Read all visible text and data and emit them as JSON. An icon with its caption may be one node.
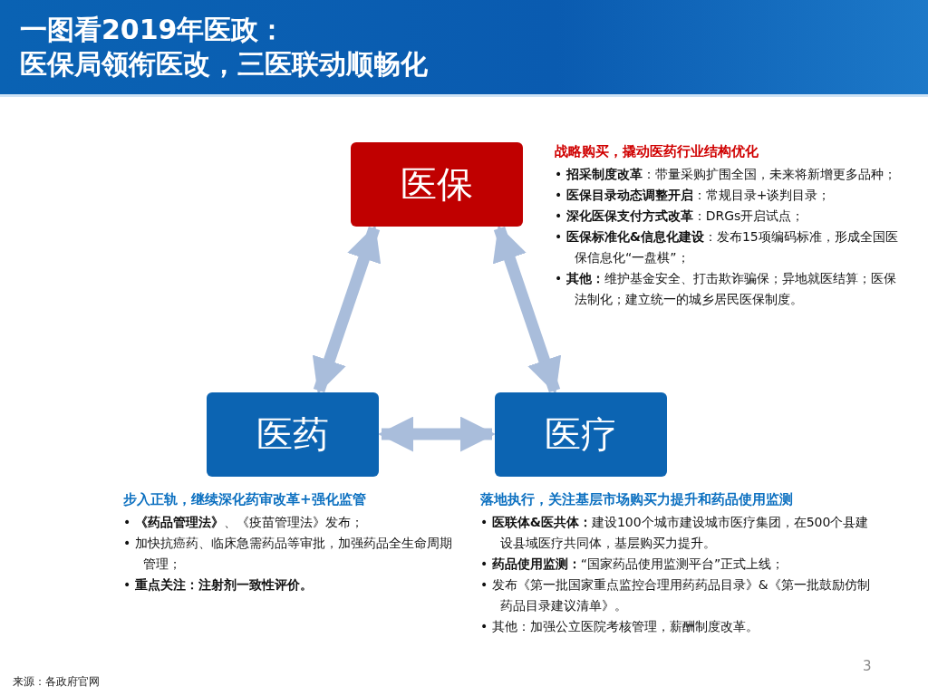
{
  "diagram": {
    "title": "一图看2019年医政：医保局领衔医改，三医联动顺畅化",
    "nodes": [
      {
        "text": [
          "医保"
        ],
        "beside": [
          "战略购买，撬动医药行业结构优化",
          "• **招采制度改革**：带量采购扩围全国，未来将新增更多品种；",
          "• **医保目录动态调整开启**：常规目录+谈判目录；",
          "• **深化医保支付方式改革**：DRGs开启试点；",
          "• **医保标准化&信息化建设**：发布15项编码标准，形成全国医保信息化“一盘棋”；",
          "• **其他：**维护基金安全、打击欺诈骗保；异地就医结算；医保法制化；建立统一的城乡居民医保制度。"
        ]
      },
      {
        "text": [
          "医药"
        ],
        "beside": [
          "步入正轨，继续深化药审改革+强化监管",
          "• **《药品管理法》**、《疫苗管理法》发布；",
          "• 加快抗癌药、临床急需药品等审批，加强药品全生命周期管理；",
          "• **重点关注：注射剂一致性评价。**"
        ]
      },
      {
        "text": [
          "医疗"
        ],
        "beside": [
          "落地执行，关注基层市场购买力提升和药品使用监测",
          "• **医联体&医共体：**建设100个城市建设城市医疗集团，在500个县建设县域医疗共同体，基层购买力提升。",
          "• **药品使用监测：**“国家药品使用监测平台”正式上线；",
          "• 发布《第一批国家重点监控合理用药药品目录》&《第一批鼓励仿制药品目录建议清单》。",
          "• 其他：加强公立医院考核管理，薪酬制度改革。"
        ]
      }
    ],
    "edges": [
      {
        "from": 0,
        "to": 1,
        "arrow": "both"
      },
      {
        "from": 0,
        "to": 2,
        "arrow": "both"
      },
      {
        "from": 1,
        "to": 2,
        "arrow": "both"
      }
    ],
    "labels": [
      "来源：各政府官网",
      "3"
    ]
  }
}
